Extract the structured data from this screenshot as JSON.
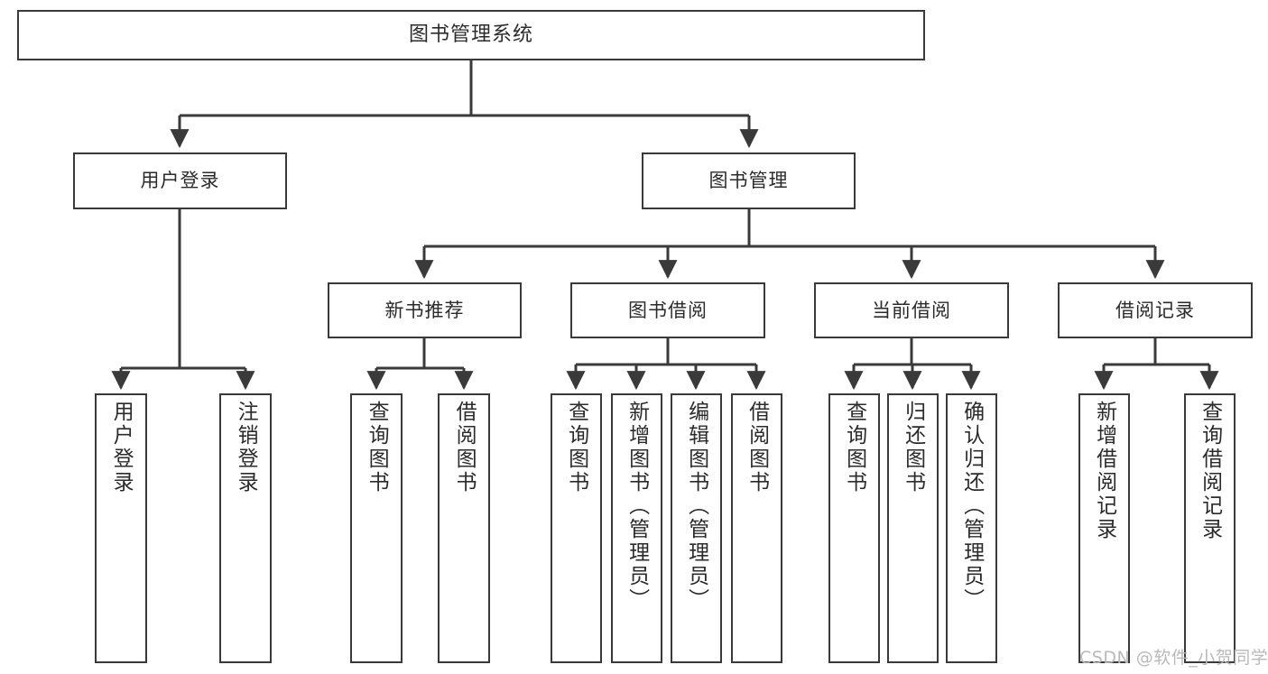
{
  "diagram": {
    "title": "图书管理系统",
    "type": "hierarchy-tree",
    "orientation": "top-down",
    "colors": {
      "box_border": "#3a3a3a",
      "box_fill": "#ffffff",
      "connector": "#3a3a3a",
      "text": "#2b2b2b",
      "watermark": "#b9b9b9",
      "background": "#ffffff"
    },
    "root": {
      "id": "root",
      "label": "图书管理系统"
    },
    "level1": [
      {
        "id": "l1-0",
        "label": "用户登录"
      },
      {
        "id": "l1-1",
        "label": "图书管理"
      }
    ],
    "level2": [
      {
        "id": "l2-0",
        "label": "新书推荐",
        "parent": "l1-1"
      },
      {
        "id": "l2-1",
        "label": "图书借阅",
        "parent": "l1-1"
      },
      {
        "id": "l2-2",
        "label": "当前借阅",
        "parent": "l1-1"
      },
      {
        "id": "l2-3",
        "label": "借阅记录",
        "parent": "l1-1"
      }
    ],
    "leaves": [
      {
        "id": "lf-0",
        "label": "用户登录",
        "parent": "l1-0"
      },
      {
        "id": "lf-1",
        "label": "注销登录",
        "parent": "l1-0"
      },
      {
        "id": "lf-2",
        "label": "查询图书",
        "parent": "l2-0"
      },
      {
        "id": "lf-3",
        "label": "借阅图书",
        "parent": "l2-0"
      },
      {
        "id": "lf-4",
        "label": "查询图书",
        "parent": "l2-1"
      },
      {
        "id": "lf-5",
        "label": "新增图书（管理员）",
        "parent": "l2-1"
      },
      {
        "id": "lf-6",
        "label": "编辑图书（管理员）",
        "parent": "l2-1"
      },
      {
        "id": "lf-7",
        "label": "借阅图书",
        "parent": "l2-1"
      },
      {
        "id": "lf-8",
        "label": "查询图书",
        "parent": "l2-2"
      },
      {
        "id": "lf-9",
        "label": "归还图书",
        "parent": "l2-2"
      },
      {
        "id": "lf-10",
        "label": "确认归还（管理员）",
        "parent": "l2-2"
      },
      {
        "id": "lf-11",
        "label": "新增借阅记录",
        "parent": "l2-3"
      },
      {
        "id": "lf-12",
        "label": "查询借阅记录",
        "parent": "l2-3"
      }
    ],
    "watermark": "CSDN @软件_小贺同学"
  }
}
